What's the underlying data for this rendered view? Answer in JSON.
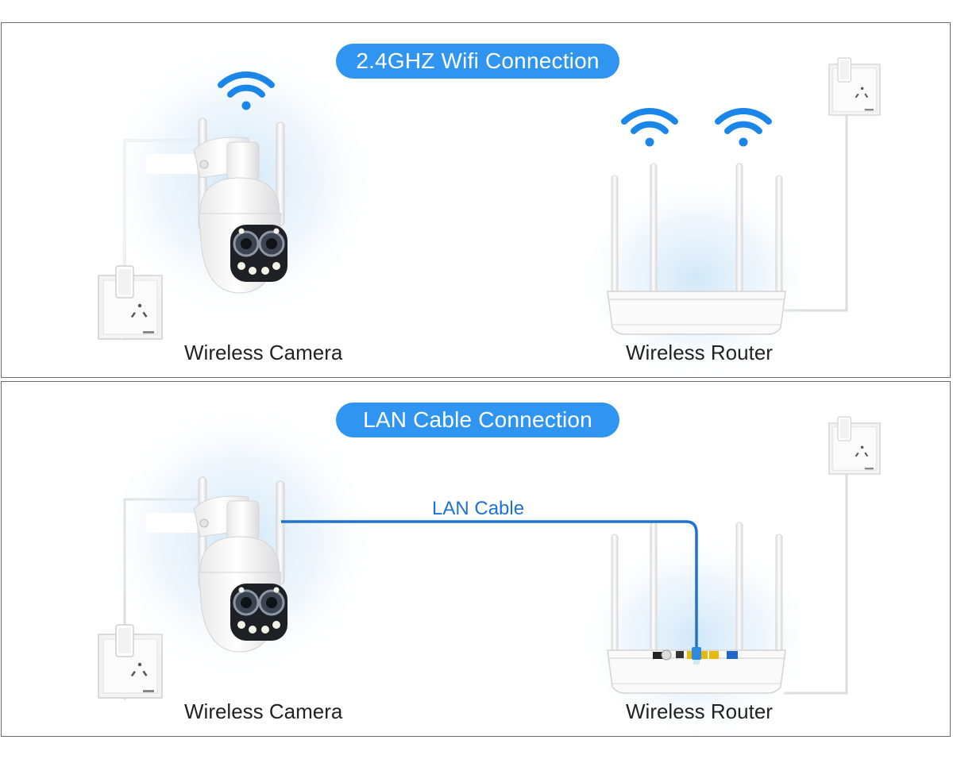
{
  "panels": {
    "top": {
      "title": "2.4GHZ Wifi Connection",
      "camera_label": "Wireless Camera",
      "router_label": "Wireless Router"
    },
    "bottom": {
      "title": "LAN Cable Connection",
      "cable_label": "LAN Cable",
      "camera_label": "Wireless Camera",
      "router_label": "Wireless Router"
    }
  },
  "colors": {
    "pill": "#2f95f0",
    "wifi": "#1a86e8",
    "lan_cable": "#1e73d2",
    "border": "#6b6b6b"
  },
  "icons": [
    "wifi-icon",
    "security-camera-icon",
    "wireless-router-icon",
    "wall-socket-icon",
    "lan-cable-icon"
  ]
}
